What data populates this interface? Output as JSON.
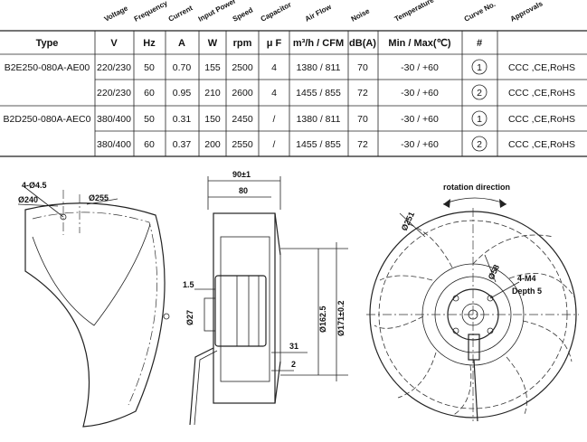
{
  "table": {
    "rotated_headers": [
      "Voltage",
      "Frequency",
      "Current",
      "Input Power",
      "Speed",
      "Capacitor",
      "Air Flow",
      "Noise",
      "Temperature",
      "Curve No.",
      "Approvals"
    ],
    "units": [
      "Type",
      "V",
      "Hz",
      "A",
      "W",
      "rpm",
      "μ F",
      "m³/h / CFM",
      "dB(A)",
      "Min / Max(℃)",
      "#",
      ""
    ],
    "rows": [
      {
        "type": "B2E250-080A-AE00",
        "v": "220/230",
        "hz": "50",
        "a": "0.70",
        "w": "155",
        "rpm": "2500",
        "cap": "4",
        "flow": "1380 / 811",
        "noise": "70",
        "temp": "-30 / +60",
        "curve": "1",
        "approvals": "CCC ,CE,RoHS"
      },
      {
        "type": "",
        "v": "220/230",
        "hz": "60",
        "a": "0.95",
        "w": "210",
        "rpm": "2600",
        "cap": "4",
        "flow": "1455 / 855",
        "noise": "72",
        "temp": "-30 / +60",
        "curve": "2",
        "approvals": "CCC ,CE,RoHS"
      },
      {
        "type": "B2D250-080A-AEC0",
        "v": "380/400",
        "hz": "50",
        "a": "0.31",
        "w": "150",
        "rpm": "2450",
        "cap": "/",
        "flow": "1380 / 811",
        "noise": "70",
        "temp": "-30 / +60",
        "curve": "1",
        "approvals": "CCC ,CE,RoHS"
      },
      {
        "type": "",
        "v": "380/400",
        "hz": "60",
        "a": "0.37",
        "w": "200",
        "rpm": "2550",
        "cap": "/",
        "flow": "1455 / 855",
        "noise": "72",
        "temp": "-30 / +60",
        "curve": "2",
        "approvals": "CCC ,CE,RoHS"
      }
    ]
  },
  "drawing": {
    "left": {
      "holes": "4-Ø4.5",
      "d1": "Ø240",
      "d2": "Ø255"
    },
    "side": {
      "width_total": "90±1",
      "width_inner": "80",
      "d_hub": "Ø27",
      "d_shaft": "Ø162.5",
      "d_outer": "Ø171±0.2",
      "t1": "1.5",
      "dim31": "31",
      "dim2": "2"
    },
    "front": {
      "rotation": "rotation direction",
      "d_impeller": "Ø251",
      "d_mount": "Ø58",
      "thread": "4-M4",
      "depth": "Depth 5"
    }
  }
}
